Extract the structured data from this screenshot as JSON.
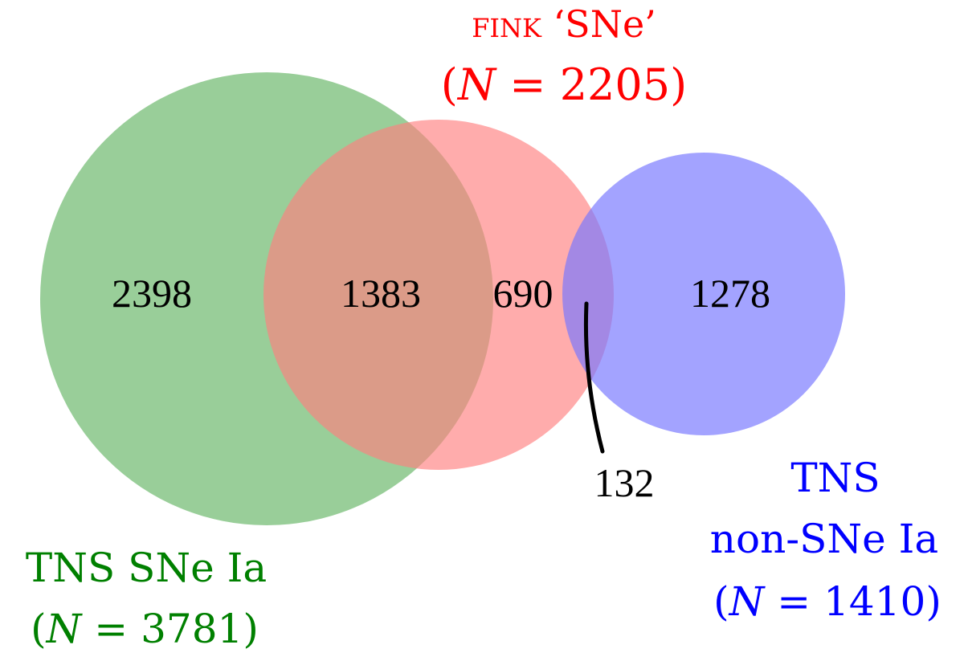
{
  "sets": {
    "fink": {
      "name_prefix": "fink",
      "name_suffix": " ‘SNe’",
      "count_open": "(",
      "count_var": "N",
      "count_eq": " = ",
      "count_value": "2205",
      "count_close": ")",
      "color": "#ff0000",
      "fill": "#ff8080"
    },
    "tns_ia": {
      "name": "TNS SNe Ia",
      "count_open": "(",
      "count_var": "N",
      "count_eq": " = ",
      "count_value": "3781",
      "count_close": ")",
      "color": "#008000",
      "fill": "#6db96d"
    },
    "tns_non_ia": {
      "name_line1": "TNS",
      "name_line2": "non-SNe Ia",
      "count_open": "(",
      "count_var": "N",
      "count_eq": " = ",
      "count_value": "1410",
      "count_close": ")",
      "color": "#0000ff",
      "fill": "#7878ff"
    }
  },
  "regions": {
    "tns_ia_only": "2398",
    "tns_ia_and_fink": "1383",
    "fink_only": "690",
    "fink_and_tns_non_ia": "132",
    "tns_non_ia_only": "1278"
  }
}
